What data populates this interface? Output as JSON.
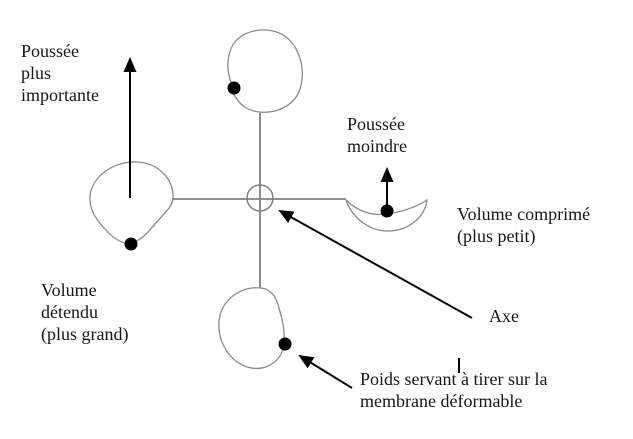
{
  "diagram": {
    "background": "#ffffff",
    "colors": {
      "membrane_stroke": "#8a8a8a",
      "spoke_stroke": "#7f7f7f",
      "ink": "#000000"
    },
    "labels": {
      "poussee_plus_importante": "Poussée\nplus\nimportante",
      "poussee_moindre": "Poussée\nmoindre",
      "volume_comprime": "Volume comprimé\n(plus petit)",
      "volume_detendu": "Volume\ndétendu\n(plus grand)",
      "axe": "Axe",
      "poids": "Poids servant à tirer sur la\nmembrane déformable"
    },
    "icons": [
      "up-arrow-icon-large",
      "up-arrow-icon-small",
      "pointer-arrow-icon-axe",
      "pointer-arrow-icon-poids"
    ]
  }
}
